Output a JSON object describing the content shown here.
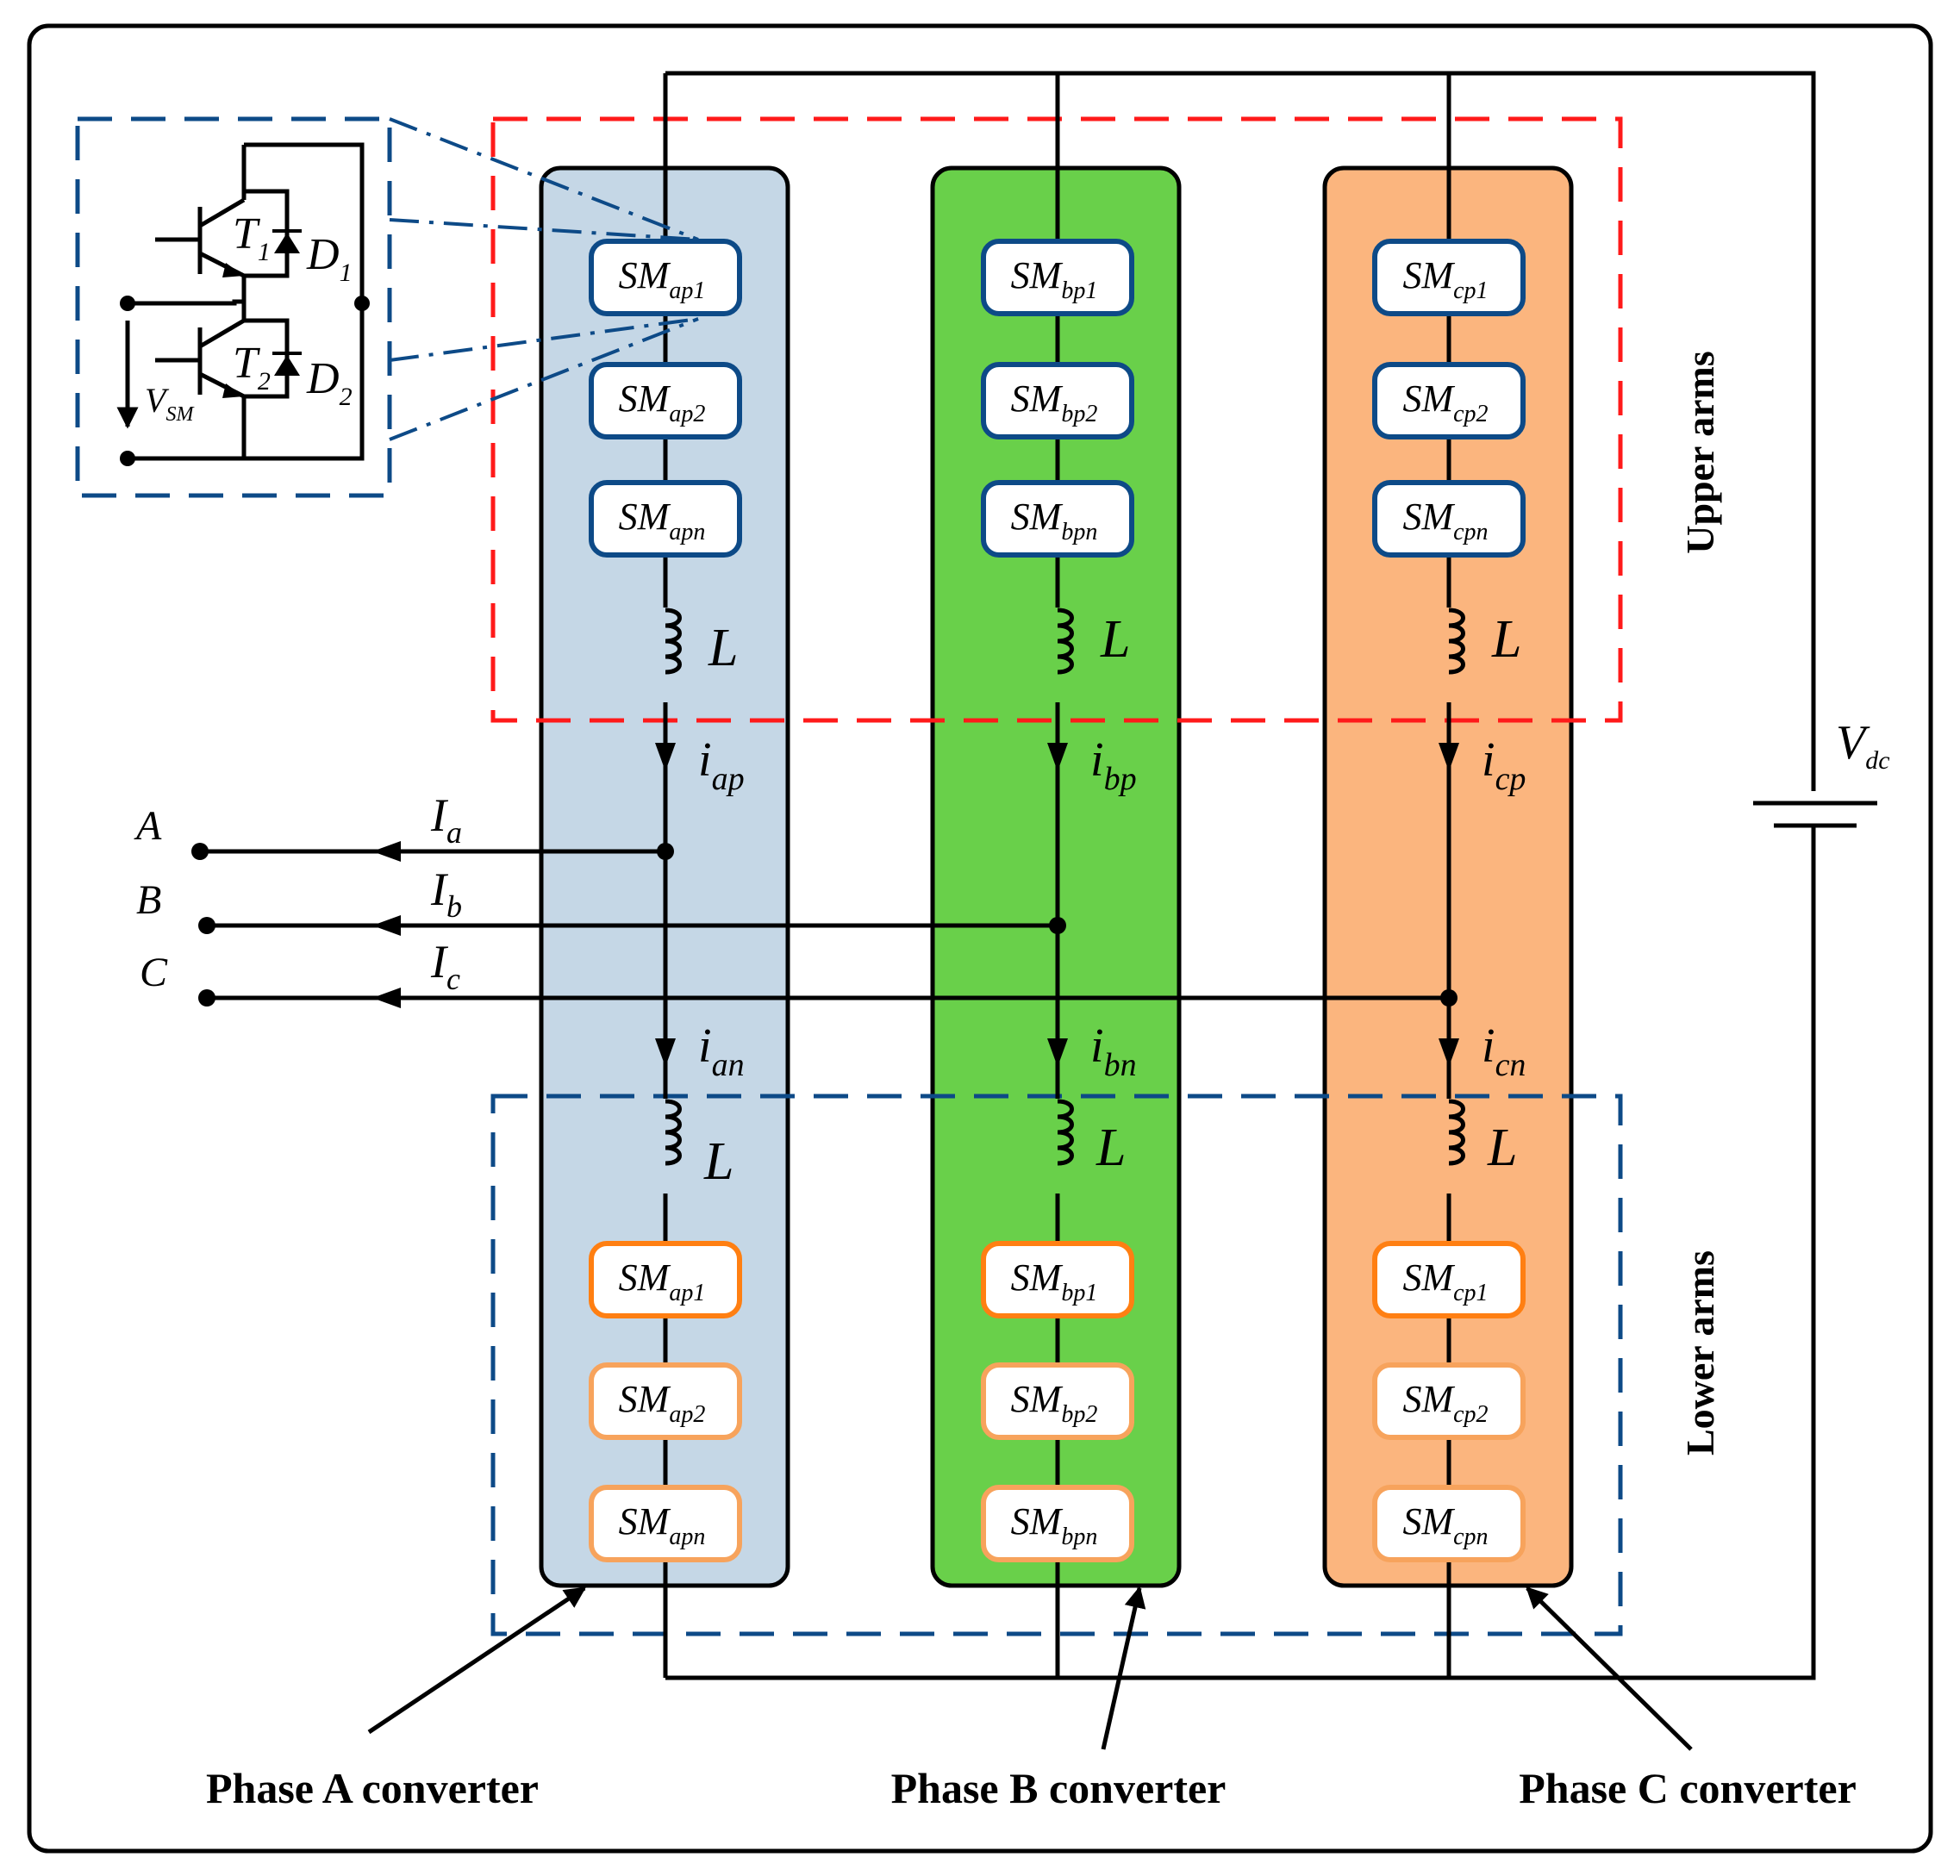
{
  "colors": {
    "phase_a_fill": "#c5d7e6",
    "phase_b_fill": "#69d04a",
    "phase_c_fill": "#fbb57e",
    "upper_sm_border": "#0d4a87",
    "lower_sm_border_dark": "#ff7f12",
    "lower_sm_border_light": "#f7a35c",
    "upper_arms_box": "#ff1a1a",
    "lower_arms_box": "#0d4a87"
  },
  "phases": [
    {
      "id": "a",
      "label": "Phase A converter",
      "upper_sms": [
        {
          "main": "SM",
          "sub": "ap1"
        },
        {
          "main": "SM",
          "sub": "ap2"
        },
        {
          "main": "SM",
          "sub": "apn"
        }
      ],
      "lower_sms": [
        {
          "main": "SM",
          "sub": "ap1"
        },
        {
          "main": "SM",
          "sub": "ap2"
        },
        {
          "main": "SM",
          "sub": "apn"
        }
      ],
      "upper_inductor": "L",
      "lower_inductor": "L",
      "upper_current": {
        "main": "i",
        "sub": "ap"
      },
      "lower_current": {
        "main": "i",
        "sub": "an"
      }
    },
    {
      "id": "b",
      "label": "Phase B converter",
      "upper_sms": [
        {
          "main": "SM",
          "sub": "bp1"
        },
        {
          "main": "SM",
          "sub": "bp2"
        },
        {
          "main": "SM",
          "sub": "bpn"
        }
      ],
      "lower_sms": [
        {
          "main": "SM",
          "sub": "bp1"
        },
        {
          "main": "SM",
          "sub": "bp2"
        },
        {
          "main": "SM",
          "sub": "bpn"
        }
      ],
      "upper_inductor": "L",
      "lower_inductor": "L",
      "upper_current": {
        "main": "i",
        "sub": "bp"
      },
      "lower_current": {
        "main": "i",
        "sub": "bn"
      }
    },
    {
      "id": "c",
      "label": "Phase C converter",
      "upper_sms": [
        {
          "main": "SM",
          "sub": "cp1"
        },
        {
          "main": "SM",
          "sub": "cp2"
        },
        {
          "main": "SM",
          "sub": "cpn"
        }
      ],
      "lower_sms": [
        {
          "main": "SM",
          "sub": "cp1"
        },
        {
          "main": "SM",
          "sub": "cp2"
        },
        {
          "main": "SM",
          "sub": "cpn"
        }
      ],
      "upper_inductor": "L",
      "lower_inductor": "L",
      "upper_current": {
        "main": "i",
        "sub": "cp"
      },
      "lower_current": {
        "main": "i",
        "sub": "cn"
      }
    }
  ],
  "ac_terminals": [
    {
      "name": "A",
      "current": {
        "main": "I",
        "sub": "a"
      }
    },
    {
      "name": "B",
      "current": {
        "main": "I",
        "sub": "b"
      }
    },
    {
      "name": "C",
      "current": {
        "main": "I",
        "sub": "c"
      }
    }
  ],
  "arms": {
    "upper_label": "Upper arms",
    "lower_label": "Lower arms"
  },
  "dc_source": {
    "main": "V",
    "sub": "dc"
  },
  "submodule_detail": {
    "t1": {
      "main": "T",
      "sub": "1"
    },
    "t2": {
      "main": "T",
      "sub": "2"
    },
    "d1": {
      "main": "D",
      "sub": "1"
    },
    "d2": {
      "main": "D",
      "sub": "2"
    },
    "vsm": {
      "main": "V",
      "sub": "SM"
    }
  }
}
